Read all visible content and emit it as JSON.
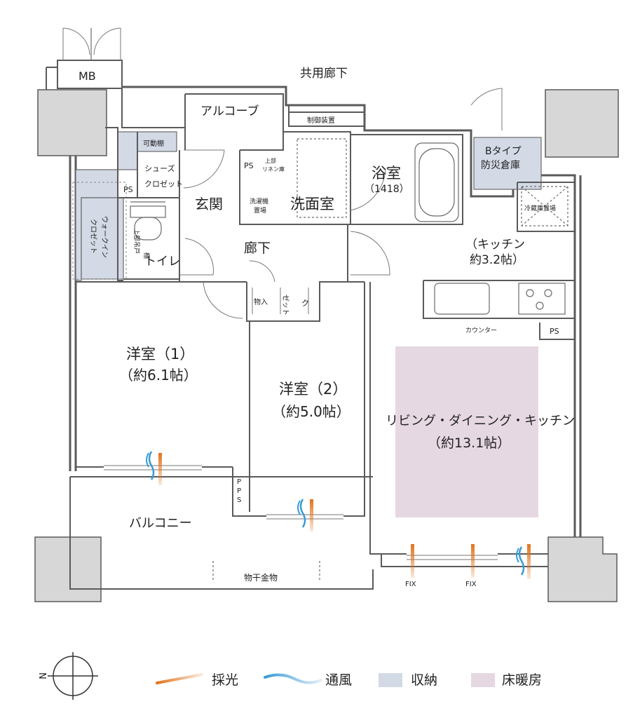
{
  "rooms": {
    "mb": "MB",
    "corridor_common": "共用廊下",
    "alcove": "アルコーブ",
    "control": "制御装置",
    "storage_small": "可動棚",
    "shoes_1": "シューズ",
    "shoes_2": "クロゼット",
    "ps_1": "PS",
    "ps_2": "PS",
    "ps_3": "PS",
    "linen_1": "上部",
    "linen_2": "リネン庫",
    "genkan": "玄関",
    "washer_1": "洗濯機",
    "washer_2": "置場",
    "washroom": "洗面室",
    "bath": "浴室",
    "bath_size": "（1418）",
    "bosai_1": "Bタイプ",
    "bosai_2": "防災倉庫",
    "fridge": "冷蔵庫置場",
    "walkin_1": "ウォークイン",
    "walkin_2": "クロゼット",
    "toilet_shelf_1": "上部吊戸",
    "toilet_shelf_2": "棚",
    "toilet": "トイレ",
    "hall": "廊下",
    "kitchen": "（キッチン",
    "kitchen_size": "約3.2帖）",
    "counter": "カウンター",
    "nyu": "物入",
    "closet_zet": "ゼット",
    "closet_ku": "ク",
    "room1": "洋室（1）",
    "room1_size": "（約6.1帖）",
    "room2": "洋室（2）",
    "room2_size": "（約5.0帖）",
    "ldk": "リビング・ダイニング・キッチン",
    "ldk_size": "（約13.1帖）",
    "pps_p1": "P",
    "pps_p2": "P",
    "pps_s": "S",
    "balcony": "バルコニー",
    "drying": "物干金物",
    "fix_1": "FIX",
    "fix_2": "FIX"
  },
  "compass": {
    "label": "N"
  },
  "legend": {
    "items": [
      {
        "label": "採光",
        "icon": "sunlight-stroke-icon",
        "color": "#e0731c"
      },
      {
        "label": "通風",
        "icon": "wind-stroke-icon",
        "color": "#3a9bd5"
      },
      {
        "label": "収納",
        "icon": "storage-swatch-icon",
        "color": "#d3dae6"
      },
      {
        "label": "床暖房",
        "icon": "floor-heating-swatch-icon",
        "color": "#e6d8e2"
      }
    ]
  },
  "colors": {
    "storage": "#d3dae6",
    "floor_heating": "#e6d8e2",
    "sunlight": "#e0731c",
    "wind": "#3a9bd5"
  }
}
